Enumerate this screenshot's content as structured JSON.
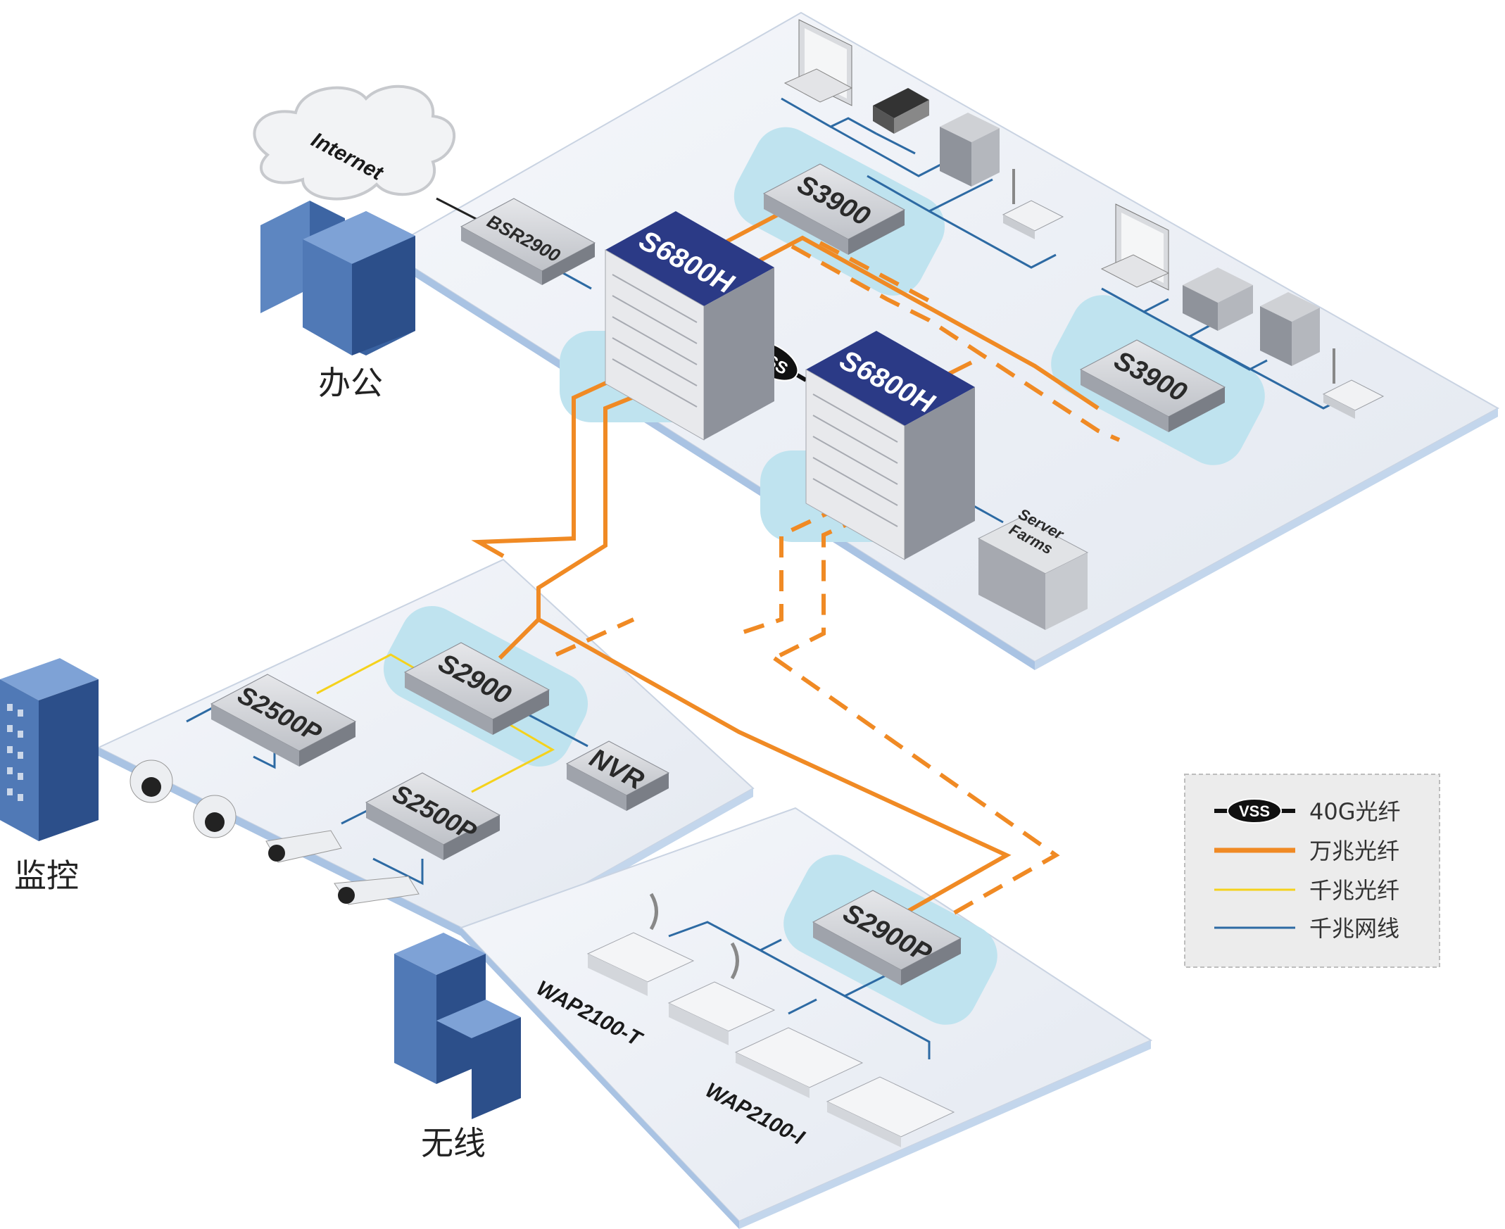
{
  "zones": {
    "office": "办公",
    "surveillance": "监控",
    "wireless": "无线"
  },
  "devices": {
    "internet": "Internet",
    "bsr2900": "BSR2900",
    "s6800h_a": "S6800H",
    "s6800h_b": "S6800H",
    "vss": "VSS",
    "s3900_a": "S3900",
    "s3900_b": "S3900",
    "server_farms_1": "Server",
    "server_farms_2": "Farms",
    "s2900": "S2900",
    "s2500p_a": "S2500P",
    "s2500p_b": "S2500P",
    "nvr": "NVR",
    "s2900p": "S2900P",
    "wap_t": "WAP2100-T",
    "wap_i": "WAP2100-I"
  },
  "legend": {
    "vss_badge": "VSS",
    "items": [
      {
        "label": "40G光纤",
        "style": "vss"
      },
      {
        "label": "万兆光纤",
        "color": "#f08a24"
      },
      {
        "label": "千兆光纤",
        "color": "#f5d21c"
      },
      {
        "label": "千兆网线",
        "color": "#2d6aa3"
      }
    ]
  },
  "colors": {
    "ten_gig_fiber": "#f08a24",
    "gig_fiber": "#f5d21c",
    "gig_cable": "#2d6aa3",
    "core_switch_top": "#2b3a86",
    "platform": "#eef1f6",
    "platform_edge": "#a9c3e3",
    "halo": "#bfe3ef"
  }
}
